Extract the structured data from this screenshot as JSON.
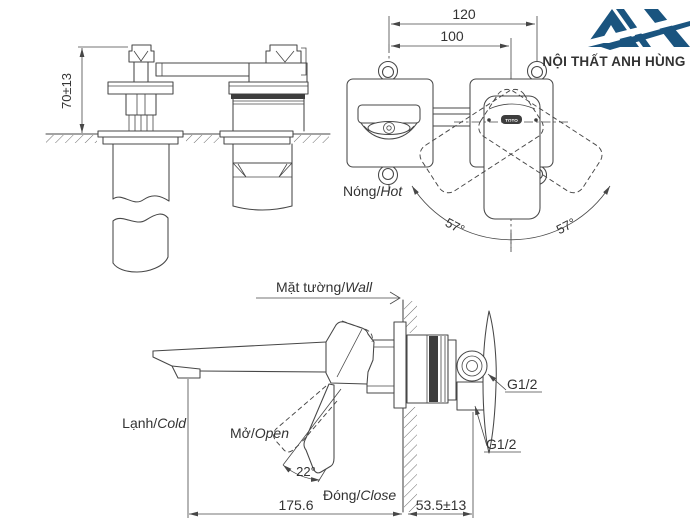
{
  "logo": {
    "name": "NỘI THẤT ANH HÙNG",
    "color": "#1a547f"
  },
  "front_view": {
    "height_dim": "70±13"
  },
  "plan_view": {
    "dim_outer": "120",
    "dim_inner": "100",
    "hot_vi": "Nóng/",
    "hot_en": "Hot",
    "swing_left": "57°",
    "swing_right": "57°",
    "brand": "TOTO"
  },
  "side_view": {
    "wall_vi": "Mặt tường/",
    "wall_en": "Wall",
    "cold_vi": "Lạnh/",
    "cold_en": "Cold",
    "open_vi": "Mở/",
    "open_en": "Open",
    "close_vi": "Đóng/",
    "close_en": "Close",
    "open_angle": "22°",
    "spout_reach": "175.6",
    "wall_depth": "53.5±13",
    "thread_top": "G1/2",
    "thread_bottom": "G1/2"
  }
}
